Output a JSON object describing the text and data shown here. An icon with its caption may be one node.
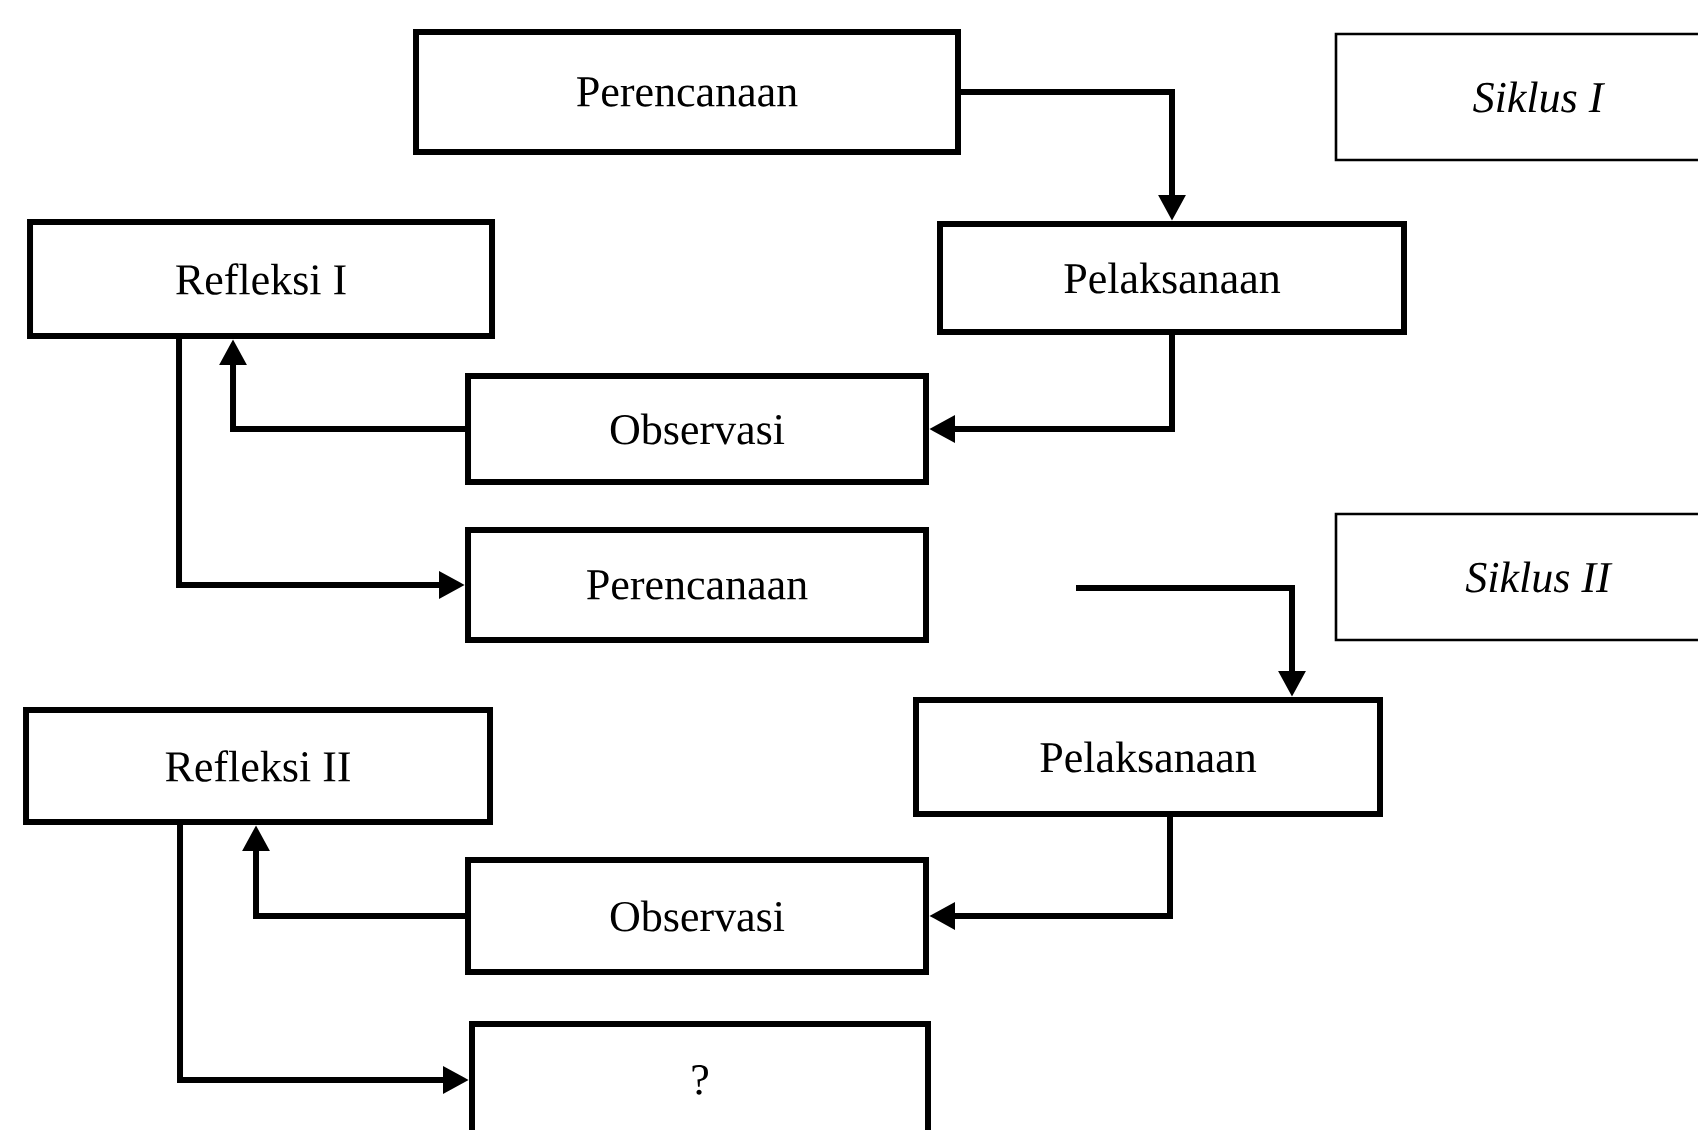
{
  "diagram": {
    "nodes": [
      {
        "text": [
          "Perencanaan"
        ]
      },
      {
        "text": [
          "Siklus I"
        ]
      },
      {
        "text": [
          "Refleksi I"
        ]
      },
      {
        "text": [
          "Pelaksanaan"
        ]
      },
      {
        "text": [
          "Observasi"
        ]
      },
      {
        "text": [
          "Perencanaan"
        ]
      },
      {
        "text": [
          "Siklus II"
        ]
      },
      {
        "text": [
          "Pelaksanaan"
        ]
      },
      {
        "text": [
          "Refleksi II"
        ]
      },
      {
        "text": [
          "Observasi"
        ]
      },
      {
        "text": [
          "?"
        ]
      }
    ],
    "edges": [
      {
        "from": 0,
        "to": 3,
        "arrow": "to"
      },
      {
        "from": 3,
        "to": 4,
        "arrow": "to"
      },
      {
        "from": 4,
        "to": 2,
        "arrow": "to"
      },
      {
        "from": 2,
        "to": 5,
        "arrow": "to"
      },
      {
        "from": null,
        "to": 7,
        "arrow": "to"
      },
      {
        "from": 7,
        "to": 9,
        "arrow": "to"
      },
      {
        "from": 9,
        "to": 8,
        "arrow": "to"
      },
      {
        "from": 8,
        "to": 10,
        "arrow": "to"
      }
    ]
  }
}
